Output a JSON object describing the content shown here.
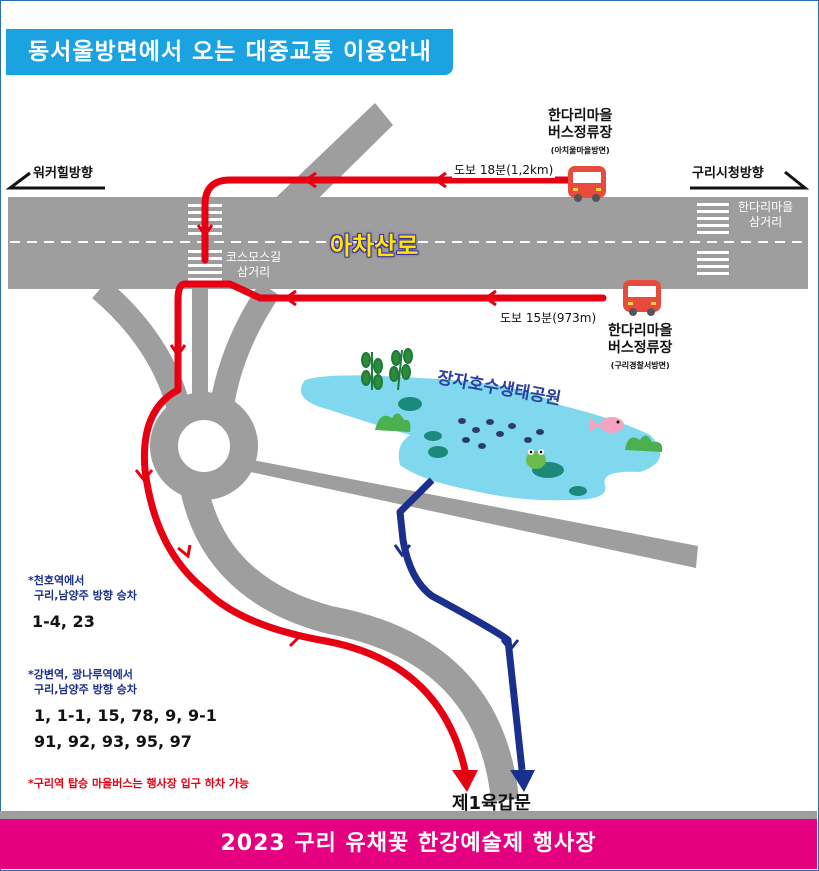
{
  "title": "동서울방면에서 오는 대중교통 이용안내",
  "road": {
    "main_name": "아차산로",
    "left_direction": "워커힐방향",
    "right_direction": "구리시청방향"
  },
  "intersections": {
    "cosmos": [
      "코스모스길",
      "삼거리"
    ],
    "handari": [
      "한다리마을",
      "삼거리"
    ]
  },
  "bus_stops": {
    "top": {
      "name_line1": "한다리마을",
      "name_line2": "버스정류장",
      "sub": "(아치울마을방면)",
      "walk": "도보 18분(1,2km)"
    },
    "bottom": {
      "name_line1": "한다리마을",
      "name_line2": "버스정류장",
      "sub": "(구리경찰서방면)",
      "walk": "도보 15분(973m)"
    }
  },
  "park_name": "장자호수생태공원",
  "notes": {
    "n1_header": "*천호역에서",
    "n1_sub": "구리,남양주 방향 승차",
    "n1_buses": "1-4, 23",
    "n2_header": "*강변역, 광나루역에서",
    "n2_sub": "구리,남양주 방향 승차",
    "n2_buses_line1": "1, 1-1, 15, 78, 9, 9-1",
    "n2_buses_line2": "91, 92, 93, 95, 97",
    "n3": "*구리역 탑승 마을버스는 행사장 입구 하차 가능"
  },
  "gate_label": "제1육갑문",
  "footer": "2023 구리 유채꽃 한강예술제 행사장",
  "colors": {
    "banner": "#1aa3e0",
    "road": "#9e9e9e",
    "route_red": "#e60012",
    "route_blue": "#1b2f8c",
    "footer": "#e4007f",
    "lake": "#7fd8ee"
  },
  "icons": [
    "bus-icon",
    "frog-icon",
    "fish-icon",
    "reed-plant-icon",
    "lily-pad-icon",
    "tadpole-icon"
  ]
}
